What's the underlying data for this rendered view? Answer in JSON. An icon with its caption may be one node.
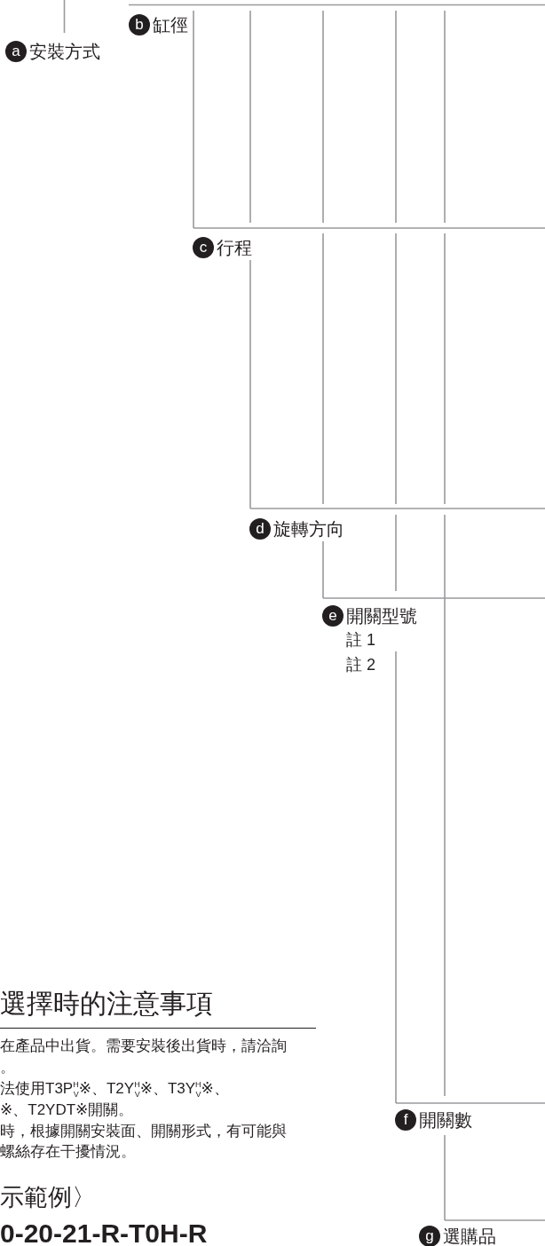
{
  "diagram": {
    "nodes": [
      {
        "text": [
          "a",
          "安裝方式"
        ]
      },
      {
        "text": [
          "b",
          "缸徑"
        ]
      },
      {
        "text": [
          "c",
          "行程"
        ]
      },
      {
        "text": [
          "d",
          "旋轉方向"
        ]
      },
      {
        "text": [
          "e",
          "開關型號",
          "註 1",
          "註 2"
        ]
      },
      {
        "text": [
          "f",
          "開關數"
        ]
      },
      {
        "text": [
          "g",
          "選購品"
        ]
      }
    ],
    "edges": [
      {
        "from": 0,
        "to": null,
        "arrow": "none"
      },
      {
        "from": 1,
        "to": null,
        "arrow": "none"
      },
      {
        "from": 2,
        "to": null,
        "arrow": "none"
      },
      {
        "from": 3,
        "to": null,
        "arrow": "none"
      },
      {
        "from": 4,
        "to": null,
        "arrow": "none"
      },
      {
        "from": 5,
        "to": null,
        "arrow": "none"
      },
      {
        "from": 6,
        "to": null,
        "arrow": "none"
      }
    ],
    "labels": [
      "選擇時的注意事項",
      "在產品中出貨。需要安裝後出貨時，請洽詢",
      "。",
      "法使用T3P$^{H}$$_{V}$※、T2Y$^{H}$$_{V}$※、T3Y$^{H}$$_{V}$※、",
      "※、T2YDT※開關。",
      "時，根據開關安裝面、開關形式，有可能與",
      "螺絲存在干擾情況。",
      "示範例〉",
      "0-20-21-R-T0H-R"
    ]
  }
}
